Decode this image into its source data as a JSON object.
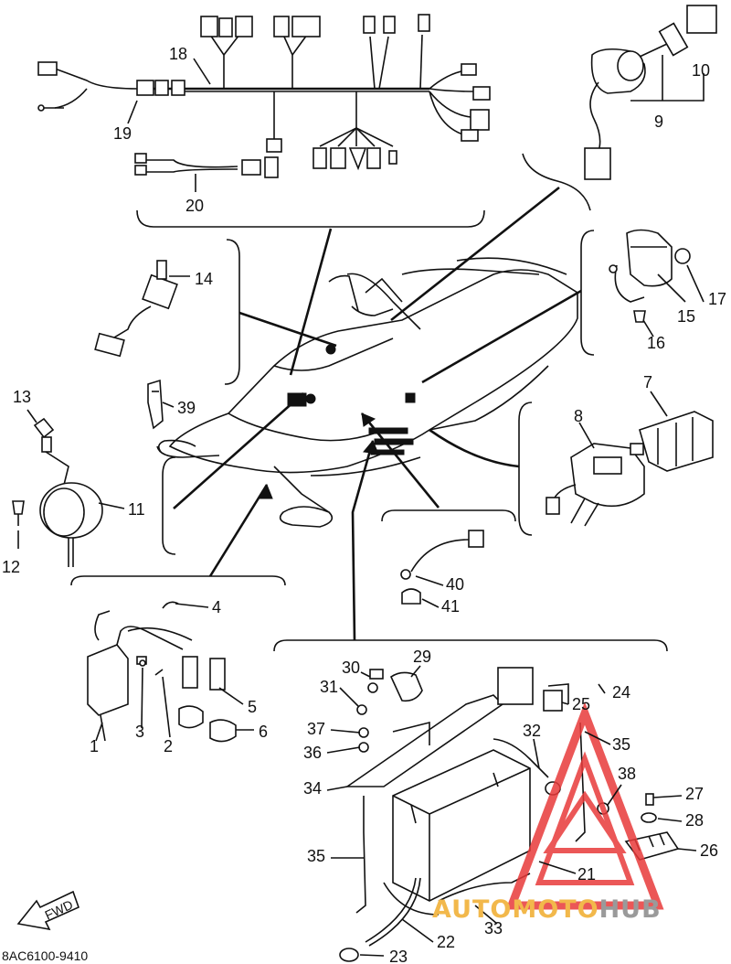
{
  "diagram": {
    "drawing_code": "8AC6100-9410",
    "fwd_label": "FWD",
    "watermark": {
      "text_a": "AUTOMOTO",
      "text_b": "HUB",
      "accent_color": "#e83a3a",
      "text_color_a": "#f2b84b",
      "text_color_b": "#9a9a9a"
    },
    "callouts": [
      "1",
      "2",
      "3",
      "4",
      "5",
      "6",
      "7",
      "8",
      "9",
      "10",
      "11",
      "12",
      "13",
      "14",
      "15",
      "16",
      "17",
      "18",
      "19",
      "20",
      "21",
      "22",
      "23",
      "24",
      "25",
      "26",
      "27",
      "28",
      "29",
      "30",
      "31",
      "32",
      "33",
      "34",
      "35",
      "35",
      "36",
      "37",
      "38",
      "39",
      "40",
      "41"
    ]
  }
}
